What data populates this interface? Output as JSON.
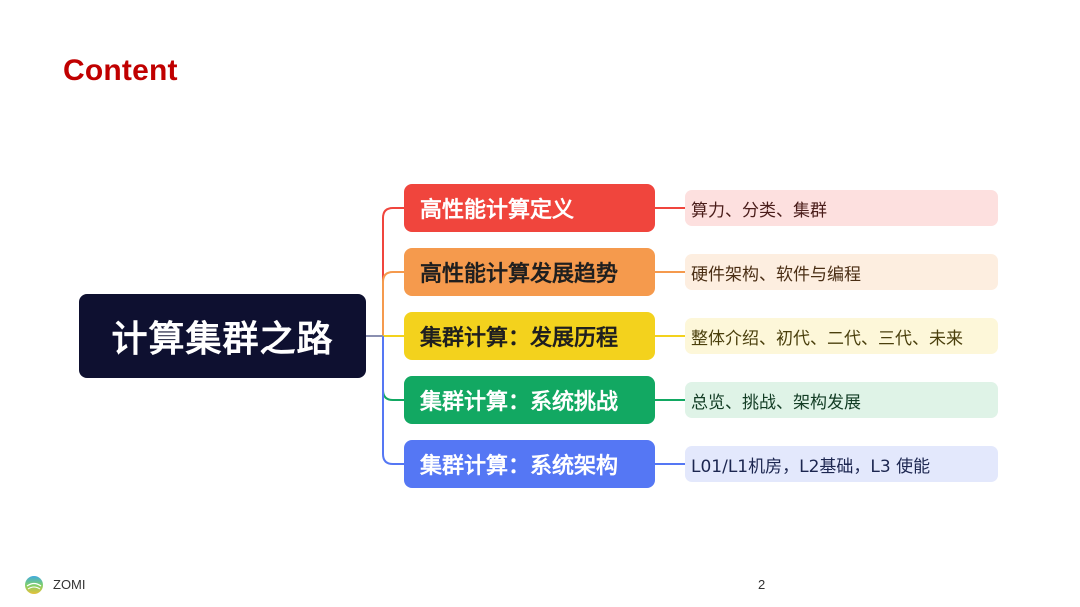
{
  "slide": {
    "title": "Content",
    "page_number": "2",
    "footer_brand": "ZOMI"
  },
  "mindmap": {
    "root": "计算集群之路",
    "branches": [
      {
        "label": "高性能计算定义",
        "detail": "算力、分类、集群",
        "color": "#f0453d",
        "text_color": "#ffffff",
        "detail_bg": "#fde0df",
        "detail_color": "#4a1d1a"
      },
      {
        "label": "高性能计算发展趋势",
        "detail": "硬件架构、软件与编程",
        "color": "#f59a4d",
        "text_color": "#1f1f1f",
        "detail_bg": "#fdeee0",
        "detail_color": "#4a2e14"
      },
      {
        "label": "集群计算：发展历程",
        "detail": "整体介绍、初代、二代、三代、未来",
        "color": "#f3d21d",
        "text_color": "#1f1f1f",
        "detail_bg": "#fdf7d9",
        "detail_color": "#4a3f0c"
      },
      {
        "label": "集群计算：系统挑战",
        "detail": "总览、挑战、架构发展",
        "color": "#12a862",
        "text_color": "#ffffff",
        "detail_bg": "#dff3e7",
        "detail_color": "#123c24"
      },
      {
        "label": "集群计算：系统架构",
        "detail": "L01/L1机房，L2基础，L3 使能",
        "color": "#5577f4",
        "text_color": "#ffffff",
        "detail_bg": "#e3e8fc",
        "detail_color": "#1c2650"
      }
    ]
  }
}
